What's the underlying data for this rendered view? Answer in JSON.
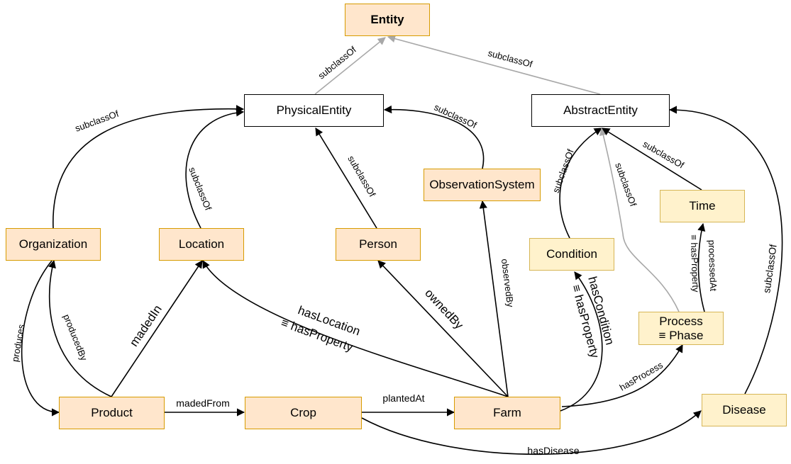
{
  "nodes": {
    "entity": "Entity",
    "physical_entity": "PhysicalEntity",
    "abstract_entity": "AbstractEntity",
    "organization": "Organization",
    "location": "Location",
    "person": "Person",
    "observation_system": "ObservationSystem",
    "condition": "Condition",
    "time": "Time",
    "process_line1": "Process",
    "process_line2": "≡ Phase",
    "product": "Product",
    "crop": "Crop",
    "farm": "Farm",
    "disease": "Disease"
  },
  "edge_labels": {
    "physical_subclass_entity": "subclassOf",
    "abstract_subclass_entity": "subclassOf",
    "organization_subclass": "subclassOf",
    "location_subclass": "subclassOf",
    "person_subclass": "subclassOf",
    "observation_subclass": "subclassOf",
    "condition_subclass": "subclassOf",
    "process_subclass": "subclassOf",
    "time_subclass": "subclassOf",
    "disease_subclass": "subclassOf",
    "produces": "produces",
    "produced_by": "producedBy",
    "maded_in": "madedIn",
    "has_location": "hasLocation",
    "has_location_equiv": "≡ hasProperty",
    "owned_by": "ownedBy",
    "observed_by": "observedBy",
    "has_condition": "hasCondition",
    "has_condition_equiv": "≡ hasProperty",
    "processed_at": "processedAt",
    "processed_at_equiv": "≡ hasProperty",
    "has_process": "hasProcess",
    "maded_from": "madedFrom",
    "planted_at": "plantedAt",
    "has_disease": "hasDisease"
  },
  "colors": {
    "orange_fill": "#ffe6cc",
    "orange_border": "#d79b00",
    "yellow_fill": "#fff2cc",
    "yellow_border": "#d6b656",
    "gray_edge": "#a8a8a8",
    "black_edge": "#000000"
  }
}
